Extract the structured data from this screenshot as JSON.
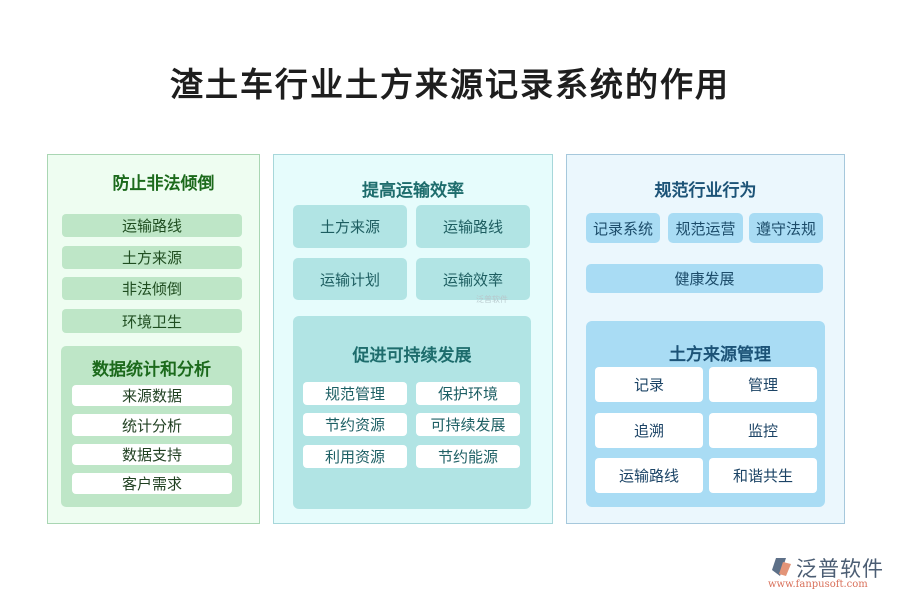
{
  "title": "渣土车行业土方来源记录系统的作用",
  "panels": {
    "left": {
      "heading": "防止非法倾倒",
      "items": [
        "运输路线",
        "土方来源",
        "非法倾倒",
        "环境卫生"
      ],
      "sub": {
        "heading": "数据统计和分析",
        "items": [
          "来源数据",
          "统计分析",
          "数据支持",
          "客户需求"
        ]
      }
    },
    "middle": {
      "heading": "提高运输效率",
      "items": [
        "土方来源",
        "运输路线",
        "运输计划",
        "运输效率"
      ],
      "sub": {
        "heading": "促进可持续发展",
        "items": [
          "规范管理",
          "保护环境",
          "节约资源",
          "可持续发展",
          "利用资源",
          "节约能源"
        ]
      }
    },
    "right": {
      "heading": "规范行业行为",
      "items": [
        "记录系统",
        "规范运营",
        "遵守法规"
      ],
      "wide_item": "健康发展",
      "sub": {
        "heading": "土方来源管理",
        "items": [
          "记录",
          "管理",
          "追溯",
          "监控",
          "运输路线",
          "和谐共生"
        ]
      }
    }
  },
  "watermark": "泛普软件",
  "logo": {
    "name": "泛普软件",
    "url": "www.fanpusoft.com"
  },
  "colors": {
    "green_bg": "#eefdf1",
    "green_box": "#bee6c7",
    "teal_bg": "#e6fcfc",
    "teal_box": "#b1e4e4",
    "blue_bg": "#ebf7fd",
    "blue_box": "#a9dcf4"
  }
}
